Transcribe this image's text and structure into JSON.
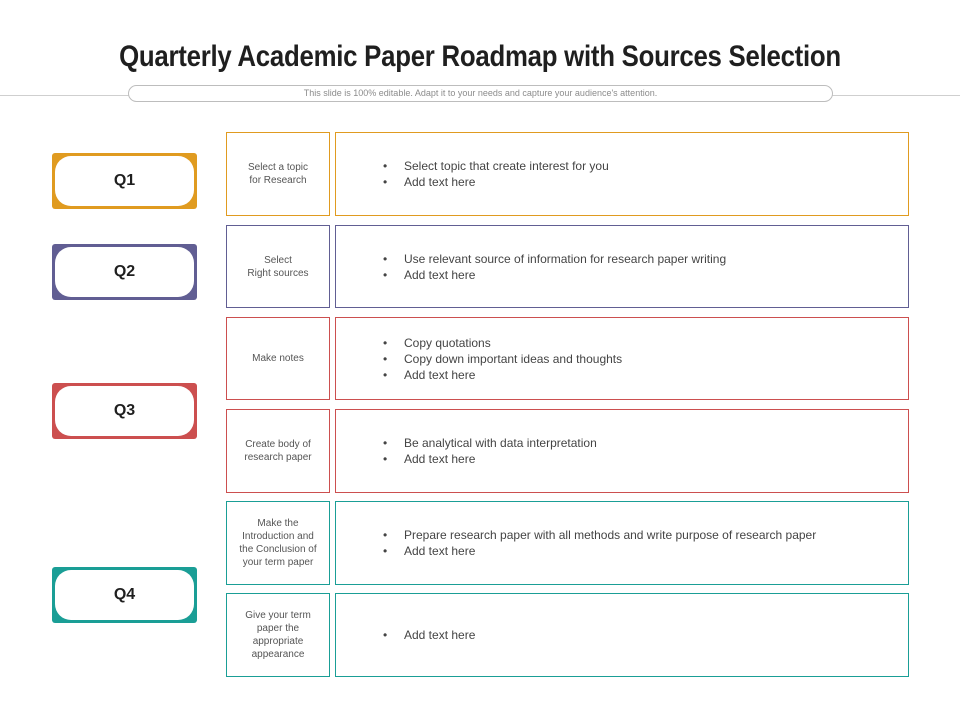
{
  "title": "Quarterly Academic Paper Roadmap with Sources Selection",
  "subtitle": "This slide is 100% editable. Adapt it to your needs and capture your audience's attention.",
  "colors": {
    "q1": "#e09b20",
    "q2": "#615e93",
    "q3": "#cc4f4f",
    "q4": "#1a9e96"
  },
  "quarters": [
    {
      "label": "Q1"
    },
    {
      "label": "Q2"
    },
    {
      "label": "Q3"
    },
    {
      "label": "Q4"
    }
  ],
  "rows": [
    {
      "step": "Select a topic\nfor Research",
      "bullets": [
        "Select topic that create interest for you",
        "Add text here"
      ]
    },
    {
      "step": "Select\nRight sources",
      "bullets": [
        "Use relevant  source of information for research paper writing",
        "Add text here"
      ]
    },
    {
      "step": "Make notes",
      "bullets": [
        "Copy quotations",
        "Copy down important ideas and thoughts",
        "Add text here"
      ]
    },
    {
      "step": "Create body of\nresearch paper",
      "bullets": [
        "Be analytical with data interpretation",
        "Add text here"
      ]
    },
    {
      "step": "Make the\nIntroduction and\nthe Conclusion of\nyour term paper",
      "bullets": [
        "Prepare research paper with all methods and write purpose of research paper",
        "Add text here"
      ]
    },
    {
      "step": "Give your term\npaper the\nappropriate\nappearance",
      "bullets": [
        "Add text here"
      ]
    }
  ]
}
